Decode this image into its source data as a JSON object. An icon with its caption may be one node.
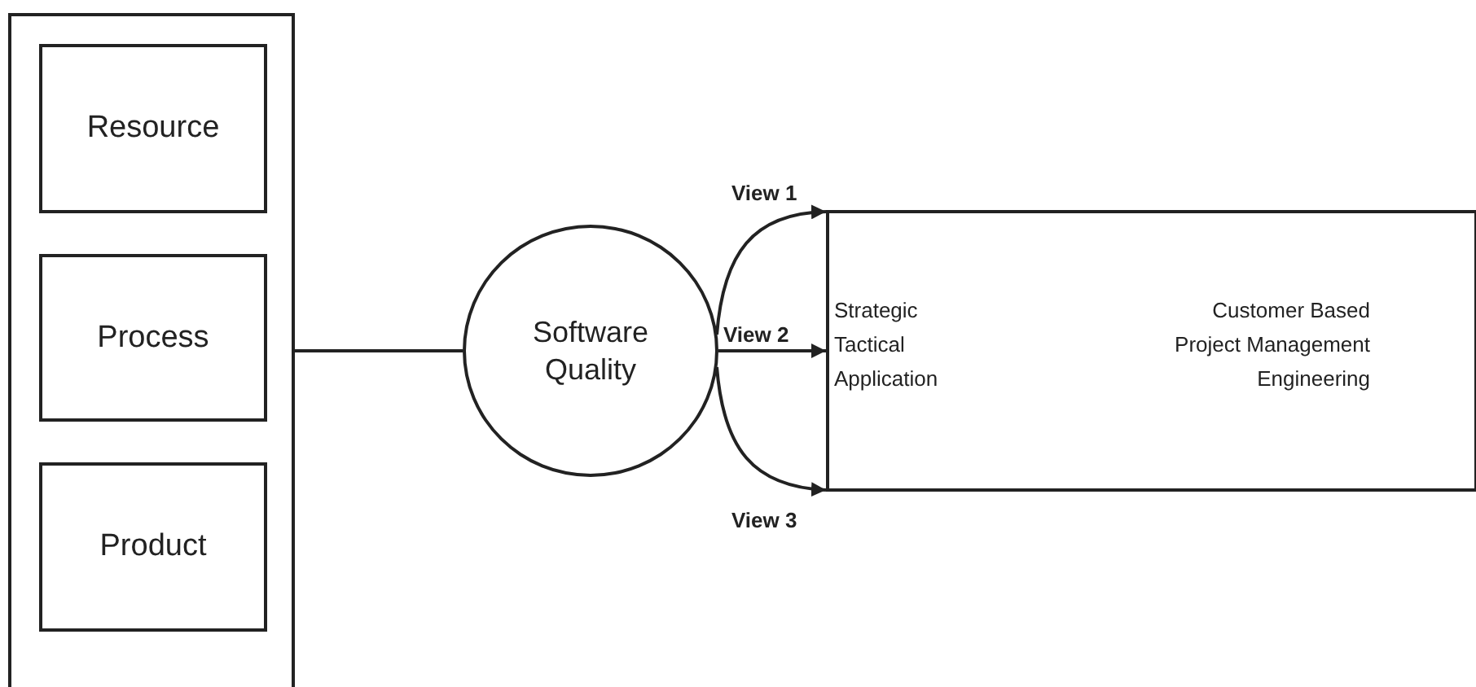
{
  "diagram": {
    "nodes": [
      {
        "text": [],
        "shape": "box"
      },
      {
        "text": [
          "Resource"
        ],
        "in": 0
      },
      {
        "text": [
          "Process"
        ],
        "in": 0
      },
      {
        "text": [
          "Product"
        ],
        "in": 0
      },
      {
        "text": [
          "Software Quality"
        ]
      },
      {
        "text": [
          "Strategic",
          "Tactical",
          "Application",
          "Customer Based",
          "Project Management",
          "Engineering"
        ]
      }
    ],
    "edges": [
      {
        "from": 0,
        "to": 4,
        "arrow": "none"
      },
      {
        "from": 4,
        "to": 5,
        "arrow": "to",
        "label": "View 1"
      },
      {
        "from": 4,
        "to": 5,
        "arrow": "to",
        "label": "View 2"
      },
      {
        "from": 4,
        "to": 5,
        "arrow": "to",
        "label": "View 3"
      }
    ]
  }
}
